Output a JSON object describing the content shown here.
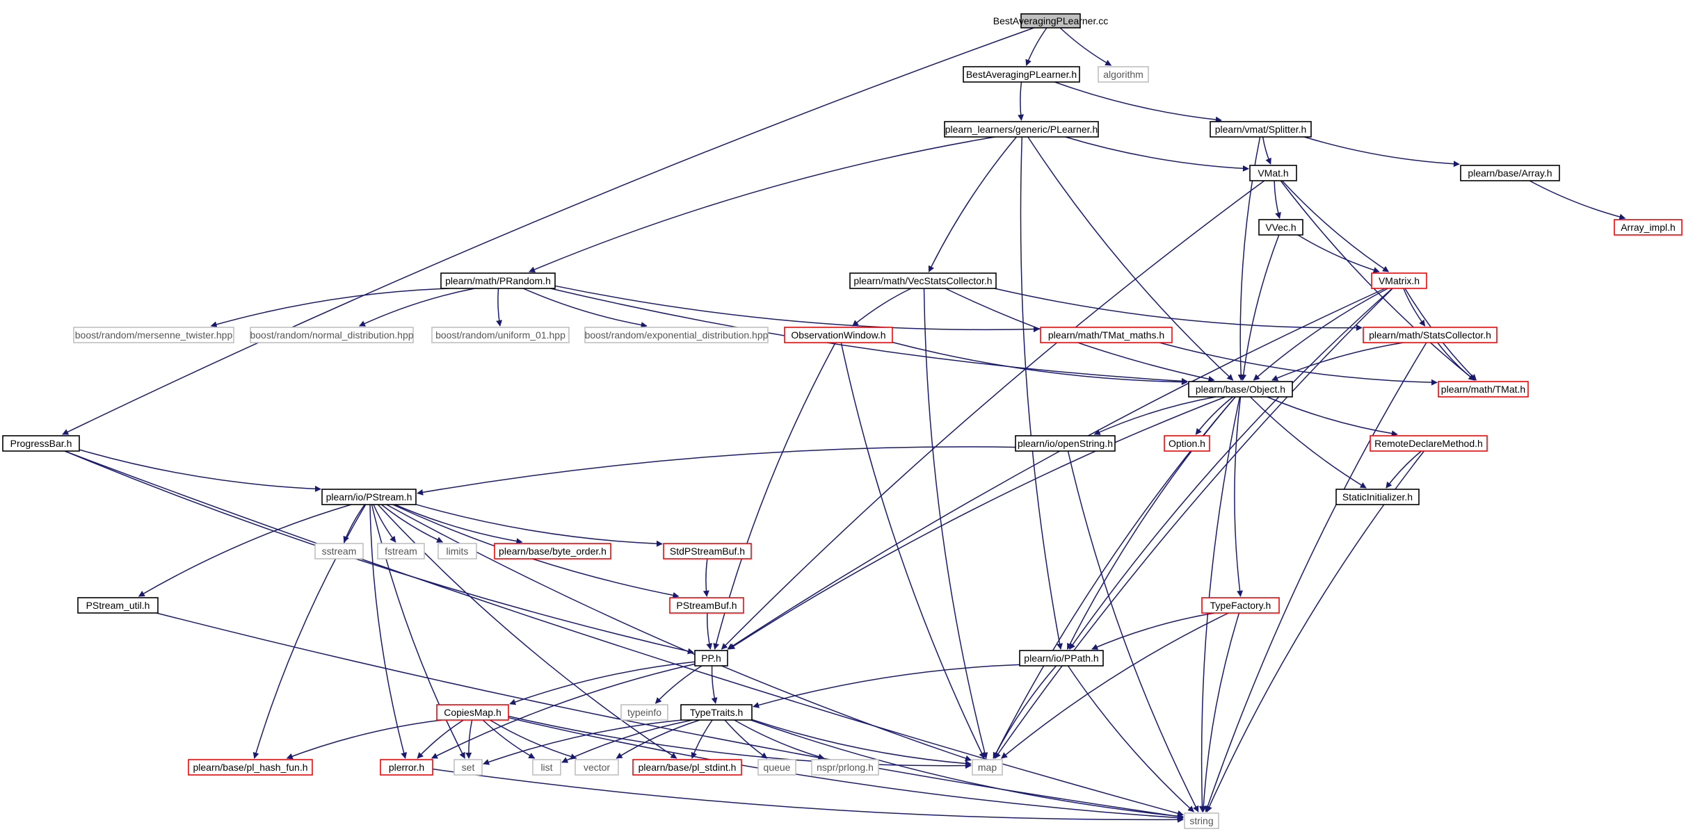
{
  "colors": {
    "edge": "#191970",
    "root_fill": "#bfbfbf",
    "root_stroke": "#000000",
    "normal_stroke": "#000000",
    "incomplete_stroke": "#ff0000",
    "external_stroke": "#bfbfbf",
    "label": "#000000",
    "external_label": "#555555"
  },
  "nodes": [
    {
      "id": "root",
      "label": "BestAveragingPLearner.cc",
      "kind": "root"
    },
    {
      "id": "bap_h",
      "label": "BestAveragingPLearner.h",
      "kind": "normal"
    },
    {
      "id": "algorithm",
      "label": "algorithm",
      "kind": "external"
    },
    {
      "id": "plearner",
      "label": "plearn_learners/generic/PLearner.h",
      "kind": "normal"
    },
    {
      "id": "splitter",
      "label": "plearn/vmat/Splitter.h",
      "kind": "normal"
    },
    {
      "id": "vmat",
      "label": "VMat.h",
      "kind": "normal"
    },
    {
      "id": "array",
      "label": "plearn/base/Array.h",
      "kind": "normal"
    },
    {
      "id": "array_impl",
      "label": "Array_impl.h",
      "kind": "incomplete"
    },
    {
      "id": "vvec",
      "label": "VVec.h",
      "kind": "normal"
    },
    {
      "id": "vmatrix",
      "label": "VMatrix.h",
      "kind": "incomplete"
    },
    {
      "id": "prandom",
      "label": "plearn/math/PRandom.h",
      "kind": "normal"
    },
    {
      "id": "vecstats",
      "label": "plearn/math/VecStatsCollector.h",
      "kind": "normal"
    },
    {
      "id": "mersenne",
      "label": "boost/random/mersenne_twister.hpp",
      "kind": "external"
    },
    {
      "id": "normaldist",
      "label": "boost/random/normal_distribution.hpp",
      "kind": "external"
    },
    {
      "id": "uniform01",
      "label": "boost/random/uniform_01.hpp",
      "kind": "external"
    },
    {
      "id": "expdist",
      "label": "boost/random/exponential_distribution.hpp",
      "kind": "external"
    },
    {
      "id": "obswin",
      "label": "ObservationWindow.h",
      "kind": "incomplete"
    },
    {
      "id": "tmatmaths",
      "label": "plearn/math/TMat_maths.h",
      "kind": "incomplete"
    },
    {
      "id": "statscoll",
      "label": "plearn/math/StatsCollector.h",
      "kind": "incomplete"
    },
    {
      "id": "object",
      "label": "plearn/base/Object.h",
      "kind": "normal"
    },
    {
      "id": "tmat",
      "label": "plearn/math/TMat.h",
      "kind": "incomplete"
    },
    {
      "id": "progressbar",
      "label": "ProgressBar.h",
      "kind": "normal"
    },
    {
      "id": "openstring",
      "label": "plearn/io/openString.h",
      "kind": "normal"
    },
    {
      "id": "option",
      "label": "Option.h",
      "kind": "incomplete"
    },
    {
      "id": "remotedecl",
      "label": "RemoteDeclareMethod.h",
      "kind": "incomplete"
    },
    {
      "id": "pstream",
      "label": "plearn/io/PStream.h",
      "kind": "normal"
    },
    {
      "id": "staticinit",
      "label": "StaticInitializer.h",
      "kind": "normal"
    },
    {
      "id": "sstream",
      "label": "sstream",
      "kind": "external"
    },
    {
      "id": "fstream",
      "label": "fstream",
      "kind": "external"
    },
    {
      "id": "limits",
      "label": "limits",
      "kind": "external"
    },
    {
      "id": "byteorder",
      "label": "plearn/base/byte_order.h",
      "kind": "incomplete"
    },
    {
      "id": "stdpsbuf",
      "label": "StdPStreamBuf.h",
      "kind": "incomplete"
    },
    {
      "id": "pstreamutil",
      "label": "PStream_util.h",
      "kind": "normal"
    },
    {
      "id": "psbuf",
      "label": "PStreamBuf.h",
      "kind": "incomplete"
    },
    {
      "id": "typefactory",
      "label": "TypeFactory.h",
      "kind": "incomplete"
    },
    {
      "id": "pp",
      "label": "PP.h",
      "kind": "normal"
    },
    {
      "id": "ppath",
      "label": "plearn/io/PPath.h",
      "kind": "normal"
    },
    {
      "id": "copiesmap",
      "label": "CopiesMap.h",
      "kind": "incomplete"
    },
    {
      "id": "typeinfo",
      "label": "typeinfo",
      "kind": "external"
    },
    {
      "id": "typetraits",
      "label": "TypeTraits.h",
      "kind": "normal"
    },
    {
      "id": "plhash",
      "label": "plearn/base/pl_hash_fun.h",
      "kind": "incomplete"
    },
    {
      "id": "plerror",
      "label": "plerror.h",
      "kind": "incomplete"
    },
    {
      "id": "set",
      "label": "set",
      "kind": "external"
    },
    {
      "id": "list",
      "label": "list",
      "kind": "external"
    },
    {
      "id": "vector",
      "label": "vector",
      "kind": "external"
    },
    {
      "id": "plstdint",
      "label": "plearn/base/pl_stdint.h",
      "kind": "incomplete"
    },
    {
      "id": "queue",
      "label": "queue",
      "kind": "external"
    },
    {
      "id": "prlong",
      "label": "nspr/prlong.h",
      "kind": "external"
    },
    {
      "id": "map",
      "label": "map",
      "kind": "external"
    },
    {
      "id": "string",
      "label": "string",
      "kind": "external"
    }
  ],
  "edges": [
    [
      "root",
      "bap_h"
    ],
    [
      "root",
      "algorithm"
    ],
    [
      "root",
      "progressbar"
    ],
    [
      "bap_h",
      "plearner"
    ],
    [
      "bap_h",
      "splitter"
    ],
    [
      "plearner",
      "vmat"
    ],
    [
      "plearner",
      "prandom"
    ],
    [
      "plearner",
      "vecstats"
    ],
    [
      "plearner",
      "object"
    ],
    [
      "plearner",
      "ppath"
    ],
    [
      "splitter",
      "vmat"
    ],
    [
      "splitter",
      "array"
    ],
    [
      "splitter",
      "object"
    ],
    [
      "array",
      "array_impl"
    ],
    [
      "vmat",
      "vvec"
    ],
    [
      "vmat",
      "vmatrix"
    ],
    [
      "vmat",
      "tmat"
    ],
    [
      "vmat",
      "pp"
    ],
    [
      "vvec",
      "vmatrix"
    ],
    [
      "vvec",
      "object"
    ],
    [
      "vmatrix",
      "statscoll"
    ],
    [
      "vmatrix",
      "tmat"
    ],
    [
      "vmatrix",
      "object"
    ],
    [
      "vmatrix",
      "pp"
    ],
    [
      "vmatrix",
      "ppath"
    ],
    [
      "vmatrix",
      "map"
    ],
    [
      "prandom",
      "mersenne"
    ],
    [
      "prandom",
      "normaldist"
    ],
    [
      "prandom",
      "uniform01"
    ],
    [
      "prandom",
      "expdist"
    ],
    [
      "prandom",
      "tmatmaths"
    ],
    [
      "prandom",
      "object"
    ],
    [
      "vecstats",
      "obswin"
    ],
    [
      "vecstats",
      "statscoll"
    ],
    [
      "vecstats",
      "object"
    ],
    [
      "vecstats",
      "map"
    ],
    [
      "obswin",
      "object"
    ],
    [
      "obswin",
      "pp"
    ],
    [
      "obswin",
      "map"
    ],
    [
      "tmatmaths",
      "tmat"
    ],
    [
      "statscoll",
      "tmat"
    ],
    [
      "statscoll",
      "object"
    ],
    [
      "statscoll",
      "string"
    ],
    [
      "object",
      "openstring"
    ],
    [
      "object",
      "option"
    ],
    [
      "object",
      "remotedecl"
    ],
    [
      "object",
      "staticinit"
    ],
    [
      "object",
      "typefactory"
    ],
    [
      "object",
      "ppath"
    ],
    [
      "object",
      "pp"
    ],
    [
      "object",
      "map"
    ],
    [
      "object",
      "string"
    ],
    [
      "progressbar",
      "pstream"
    ],
    [
      "progressbar",
      "pp"
    ],
    [
      "progressbar",
      "string"
    ],
    [
      "openstring",
      "pstream"
    ],
    [
      "openstring",
      "string"
    ],
    [
      "remotedecl",
      "staticinit"
    ],
    [
      "remotedecl",
      "string"
    ],
    [
      "pstream",
      "sstream"
    ],
    [
      "pstream",
      "fstream"
    ],
    [
      "pstream",
      "limits"
    ],
    [
      "pstream",
      "byteorder"
    ],
    [
      "pstream",
      "stdpsbuf"
    ],
    [
      "pstream",
      "psbuf"
    ],
    [
      "pstream",
      "pstreamutil"
    ],
    [
      "pstream",
      "plhash"
    ],
    [
      "pstream",
      "plerror"
    ],
    [
      "pstream",
      "set"
    ],
    [
      "pstream",
      "plstdint"
    ],
    [
      "pstream",
      "map"
    ],
    [
      "stdpsbuf",
      "psbuf"
    ],
    [
      "psbuf",
      "pp"
    ],
    [
      "pstreamutil",
      "string"
    ],
    [
      "typefactory",
      "ppath"
    ],
    [
      "typefactory",
      "map"
    ],
    [
      "typefactory",
      "string"
    ],
    [
      "pp",
      "copiesmap"
    ],
    [
      "pp",
      "typeinfo"
    ],
    [
      "pp",
      "typetraits"
    ],
    [
      "pp",
      "plerror"
    ],
    [
      "ppath",
      "typetraits"
    ],
    [
      "ppath",
      "map"
    ],
    [
      "ppath",
      "string"
    ],
    [
      "copiesmap",
      "plhash"
    ],
    [
      "copiesmap",
      "plerror"
    ],
    [
      "copiesmap",
      "set"
    ],
    [
      "copiesmap",
      "list"
    ],
    [
      "copiesmap",
      "vector"
    ],
    [
      "copiesmap",
      "map"
    ],
    [
      "copiesmap",
      "string"
    ],
    [
      "typetraits",
      "set"
    ],
    [
      "typetraits",
      "list"
    ],
    [
      "typetraits",
      "vector"
    ],
    [
      "typetraits",
      "plstdint"
    ],
    [
      "typetraits",
      "queue"
    ],
    [
      "typetraits",
      "prlong"
    ],
    [
      "typetraits",
      "map"
    ],
    [
      "typetraits",
      "string"
    ],
    [
      "plerror",
      "string"
    ]
  ]
}
